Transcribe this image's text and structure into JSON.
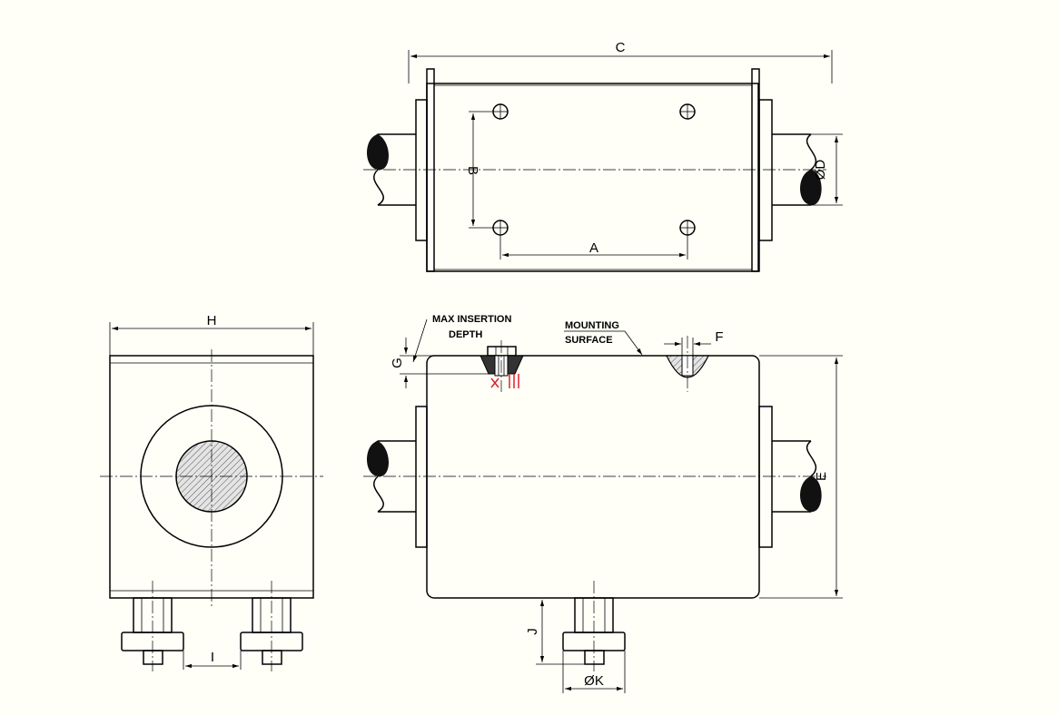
{
  "dimensions": {
    "A": "A",
    "B": "B",
    "C": "C",
    "D": "ØD",
    "E": "E",
    "F": "F",
    "G": "G",
    "H": "H",
    "I": "I",
    "J": "J",
    "K": "ØK"
  },
  "notes": {
    "max_insertion_line1": "MAX INSERTION",
    "max_insertion_line2": "DEPTH",
    "mounting_line1": "MOUNTING",
    "mounting_line2": "SURFACE"
  },
  "colors": {
    "line": "#000000",
    "hatch_fill": "#cfcfcf",
    "warning_red": "#e0202a",
    "background": "#fffff8"
  }
}
